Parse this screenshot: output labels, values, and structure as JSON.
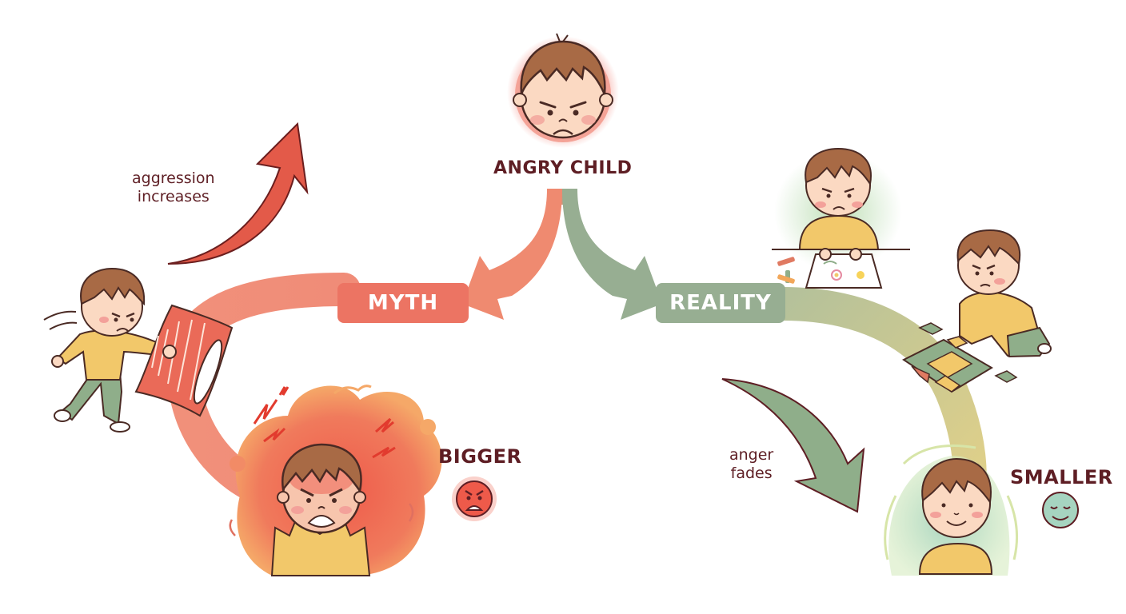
{
  "diagram": {
    "center": {
      "label": "ANGRY CHILD",
      "icon": "angry-child-face-icon"
    },
    "myth": {
      "label": "MYTH",
      "color": "#ec7463",
      "arrow_note": "aggression increases",
      "arrow_note_lines": [
        "aggression",
        "increases"
      ],
      "outcome_label": "BIGGER",
      "outcome_icon": "angry-emoji-icon",
      "illustrations": [
        "child-hitting-pillow",
        "furious-child-in-red-cloud"
      ]
    },
    "reality": {
      "label": "REALITY",
      "color": "#97ae92",
      "arrow_note": "anger fades",
      "arrow_note_lines": [
        "anger",
        "fades"
      ],
      "outcome_label": "SMALLER",
      "outcome_icon": "calm-emoji-icon",
      "illustrations": [
        "child-drawing",
        "child-doing-puzzle",
        "calm-smiling-child"
      ]
    },
    "colors": {
      "text": "#5e1e24",
      "myth_red": "#ec7463",
      "arrow_red": "#e35a49",
      "reality_green": "#97ae92",
      "path_yellow": "#d6cf8e",
      "shirt_yellow": "#f2c86a",
      "hair_brown": "#a86a45",
      "skin": "#fbd9c2"
    }
  }
}
